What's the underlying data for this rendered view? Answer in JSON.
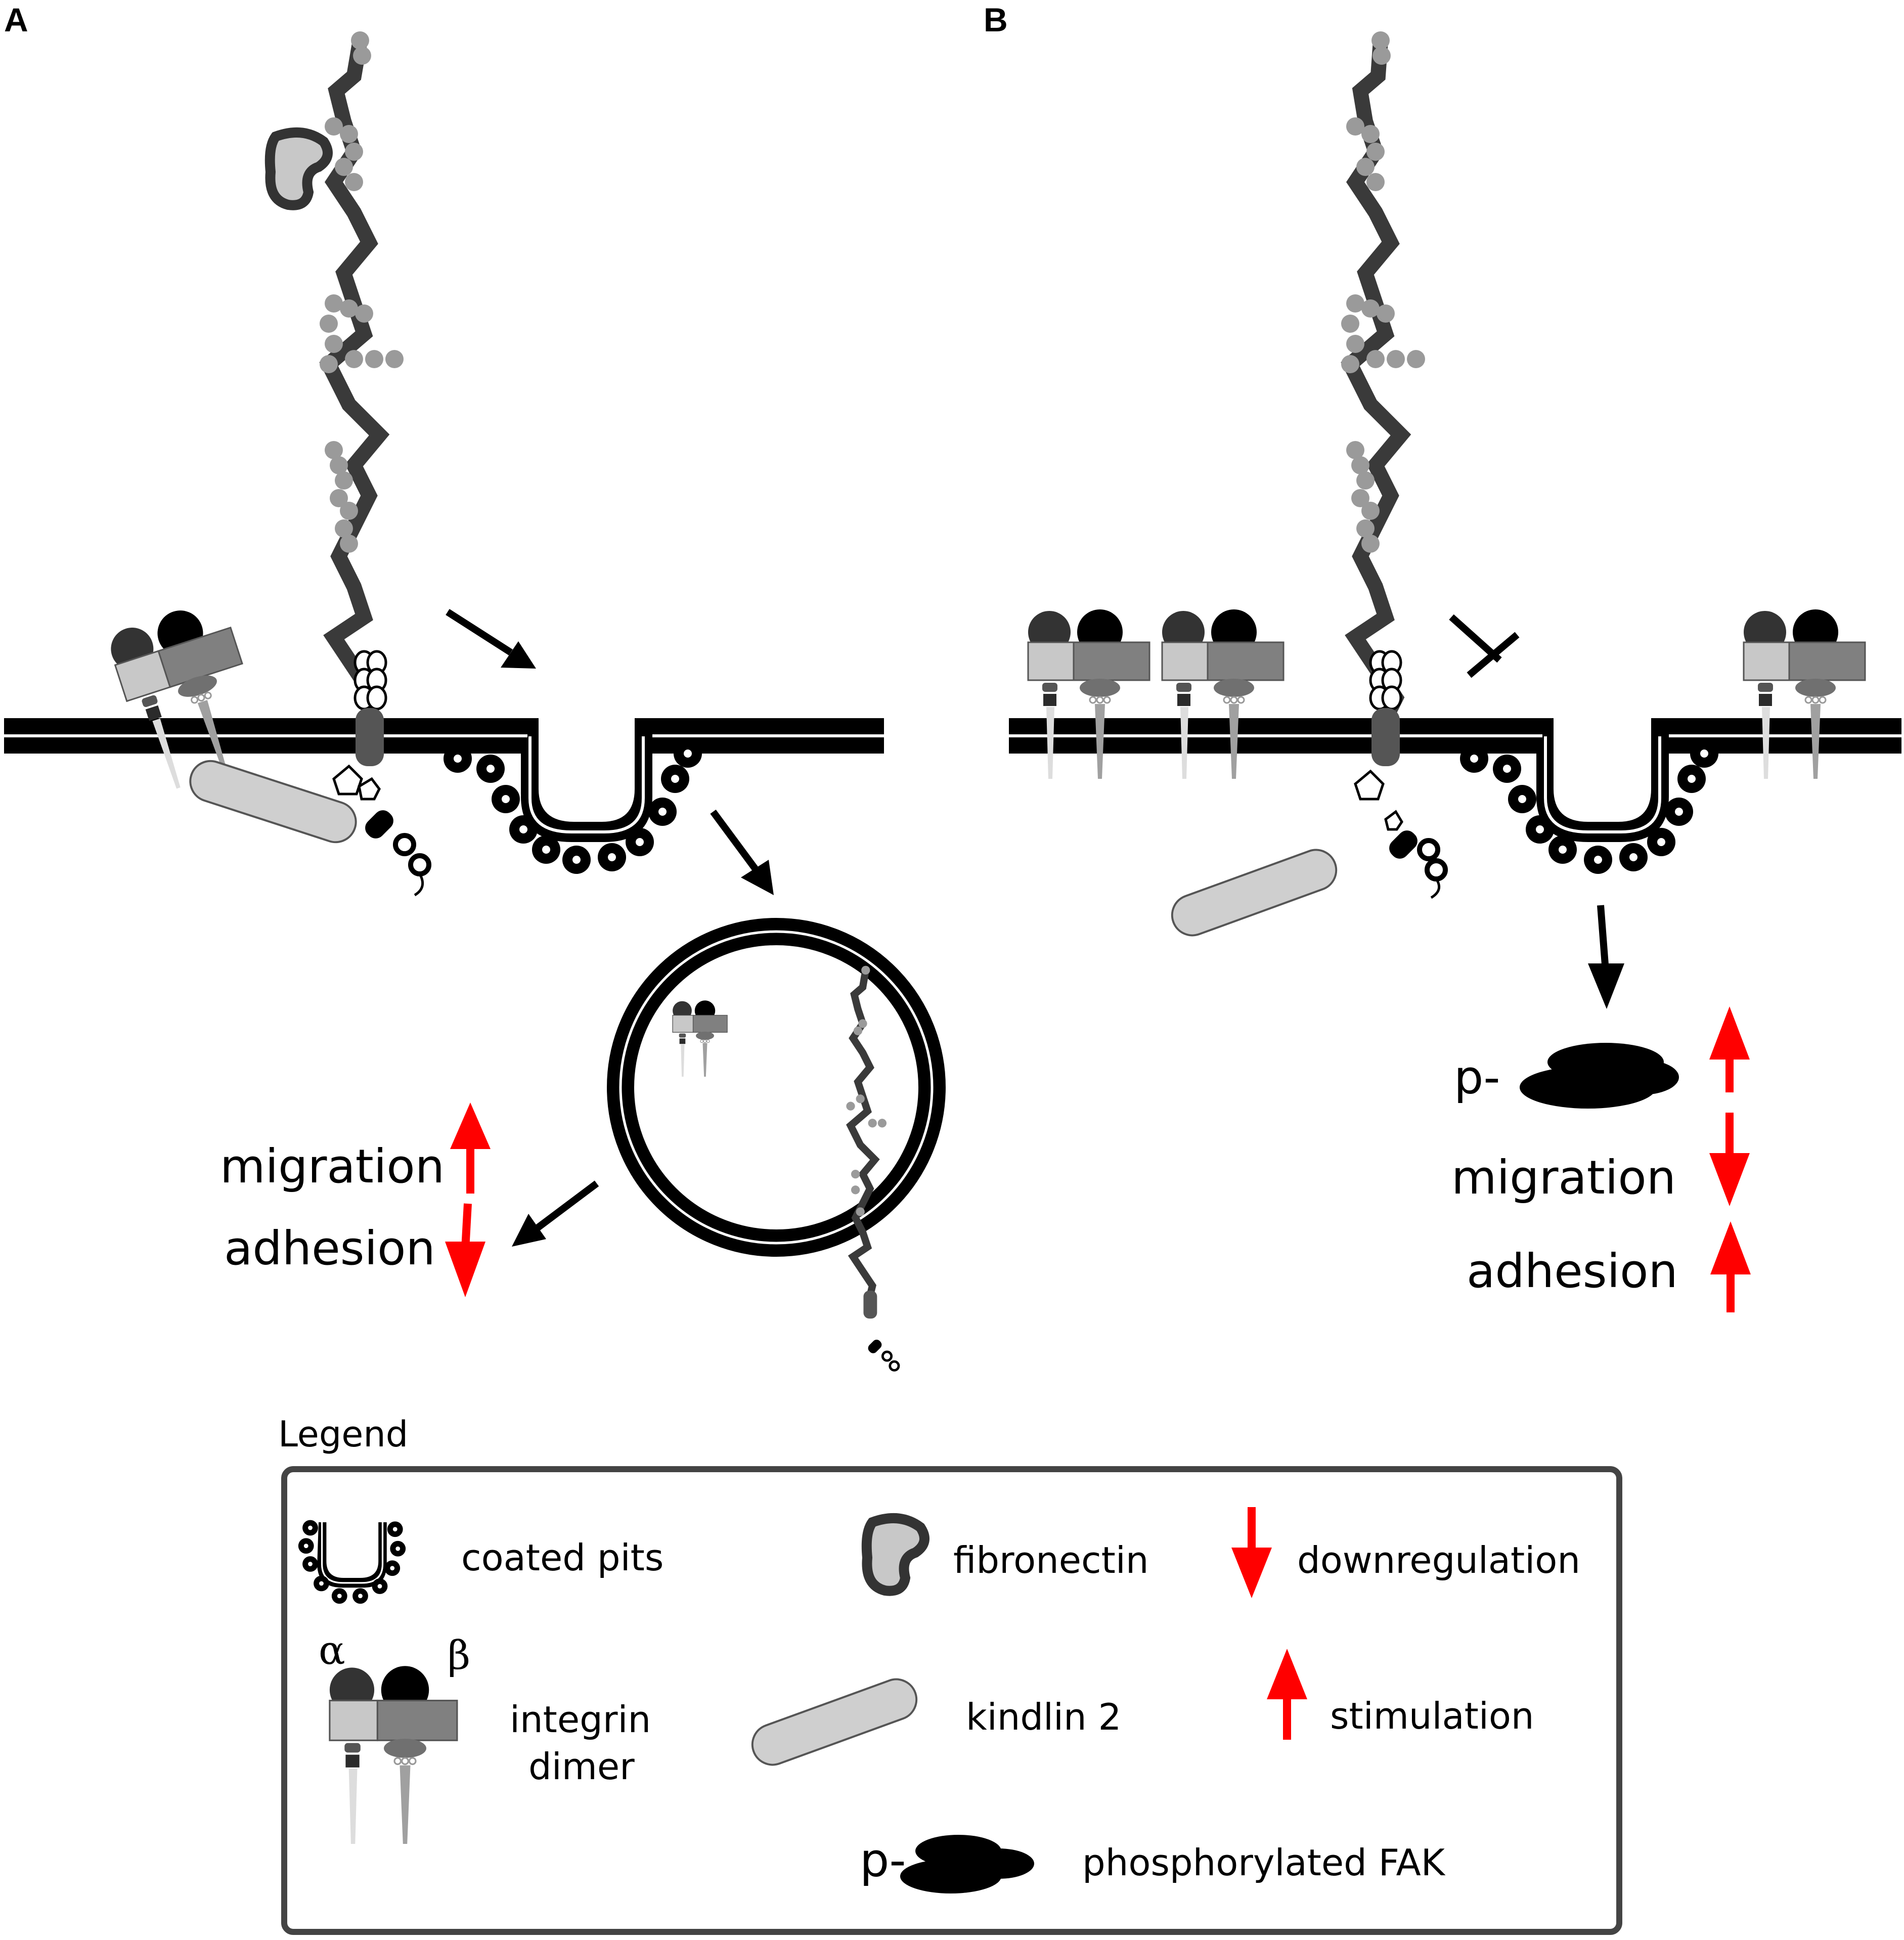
{
  "panels": {
    "a": {
      "letter": "A",
      "labels": {
        "migration": "migration",
        "adhesion": "adhesion"
      }
    },
    "b": {
      "letter": "B",
      "fak_prefix": "p-",
      "labels": {
        "migration": "migration",
        "adhesion": "adhesion"
      }
    }
  },
  "legend": {
    "title": "Legend",
    "items": {
      "coated_pits": "coated pits",
      "fibronectin": "fibronectin",
      "downregulation": "downregulation",
      "integrin_line1": "integrin",
      "integrin_line2": "dimer",
      "alpha": "α",
      "beta": "β",
      "kindlin": "kindlin 2",
      "stimulation": "stimulation",
      "fak_prefix": "p-",
      "fak": "phosphorylated FAK"
    }
  },
  "colors": {
    "membrane": "#000000",
    "arrow_red": "#ff0000",
    "fibronectin_chain": "#3a3a3a",
    "fibronectin_bead": "#9a9a9a",
    "kindlin_fill": "#cfcfcf",
    "integrin_alpha_head": "#333333",
    "integrin_beta_head": "#000000",
    "integrin_alpha_body": "#c8c8c8",
    "integrin_beta_body": "#808080",
    "legend_border": "#444444"
  },
  "icons": {
    "coated_pit": "coated-pit-icon",
    "fibronectin": "fibronectin-icon",
    "integrin": "integrin-dimer-icon",
    "kindlin": "kindlin-icon",
    "fak": "phosphorylated-fak-icon",
    "downregulation": "red-down-arrow-icon",
    "stimulation": "red-up-arrow-icon"
  }
}
